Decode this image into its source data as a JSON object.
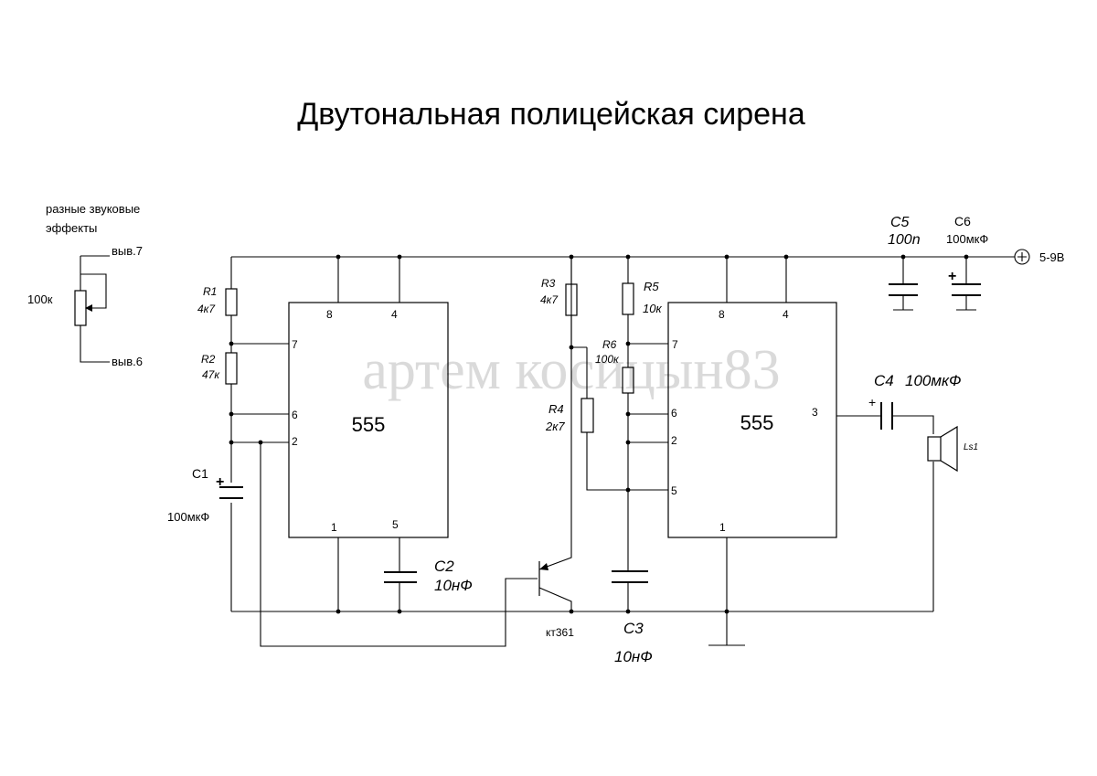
{
  "title": "Двутональная полицейская сирена",
  "watermark": "артем косицын83",
  "note": {
    "line1": "разные звуковые",
    "line2": "эффекты",
    "pin7": "выв.7",
    "pin6": "выв.6",
    "pot_value": "100к"
  },
  "ic1": {
    "label": "555",
    "pins": {
      "p8": "8",
      "p4": "4",
      "p7": "7",
      "p6": "6",
      "p2": "2",
      "p1": "1",
      "p5": "5"
    }
  },
  "ic2": {
    "label": "555",
    "pins": {
      "p8": "8",
      "p4": "4",
      "p7": "7",
      "p6": "6",
      "p2": "2",
      "p5": "5",
      "p1": "1",
      "p3": "3"
    }
  },
  "components": {
    "r1": {
      "name": "R1",
      "value": "4к7"
    },
    "r2": {
      "name": "R2",
      "value": "47к"
    },
    "r3": {
      "name": "R3",
      "value": "4к7"
    },
    "r4": {
      "name": "R4",
      "value": "2к7"
    },
    "r5": {
      "name": "R5",
      "value": "10к"
    },
    "r6": {
      "name": "R6",
      "value": "100к"
    },
    "c1": {
      "name": "C1",
      "value": "100мкФ"
    },
    "c2": {
      "name": "C2",
      "value": "10нФ"
    },
    "c3": {
      "name": "C3",
      "value": "10нФ"
    },
    "c4": {
      "name": "C4",
      "value": "100мкФ"
    },
    "c5": {
      "name": "C5",
      "value": "100n"
    },
    "c6": {
      "name": "C6",
      "value": "100мкФ"
    },
    "transistor": {
      "name": "кт361"
    },
    "speaker": {
      "name": "Ls1"
    }
  },
  "power": {
    "label": "5-9В"
  },
  "plus_sign": "+"
}
